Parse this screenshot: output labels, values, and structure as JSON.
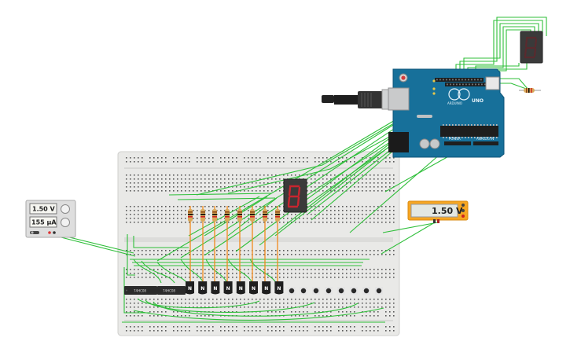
{
  "power_supply": {
    "voltage": "1.50 V",
    "current": "155 µA"
  },
  "multimeter": {
    "reading": "1.50 V"
  },
  "transistors": {
    "label": "N",
    "count": 8
  },
  "chips": [
    {
      "label": "74HC08"
    },
    {
      "label": "74HC08"
    }
  ],
  "arduino": {
    "brand": "ARDUINO",
    "model": "UNO",
    "section_power": "POWER",
    "section_analog": "ANALOG IN"
  },
  "seven_segment": {
    "breadboard_digit": "",
    "top_digit": ""
  },
  "colors": {
    "breadboard": "#e8e8e6",
    "arduino_board": "#17709a",
    "wire": "#2fbf3a",
    "resistor": "#d9a95b",
    "leg": "#f08a1c",
    "multimeter_frame": "#f6a623"
  }
}
